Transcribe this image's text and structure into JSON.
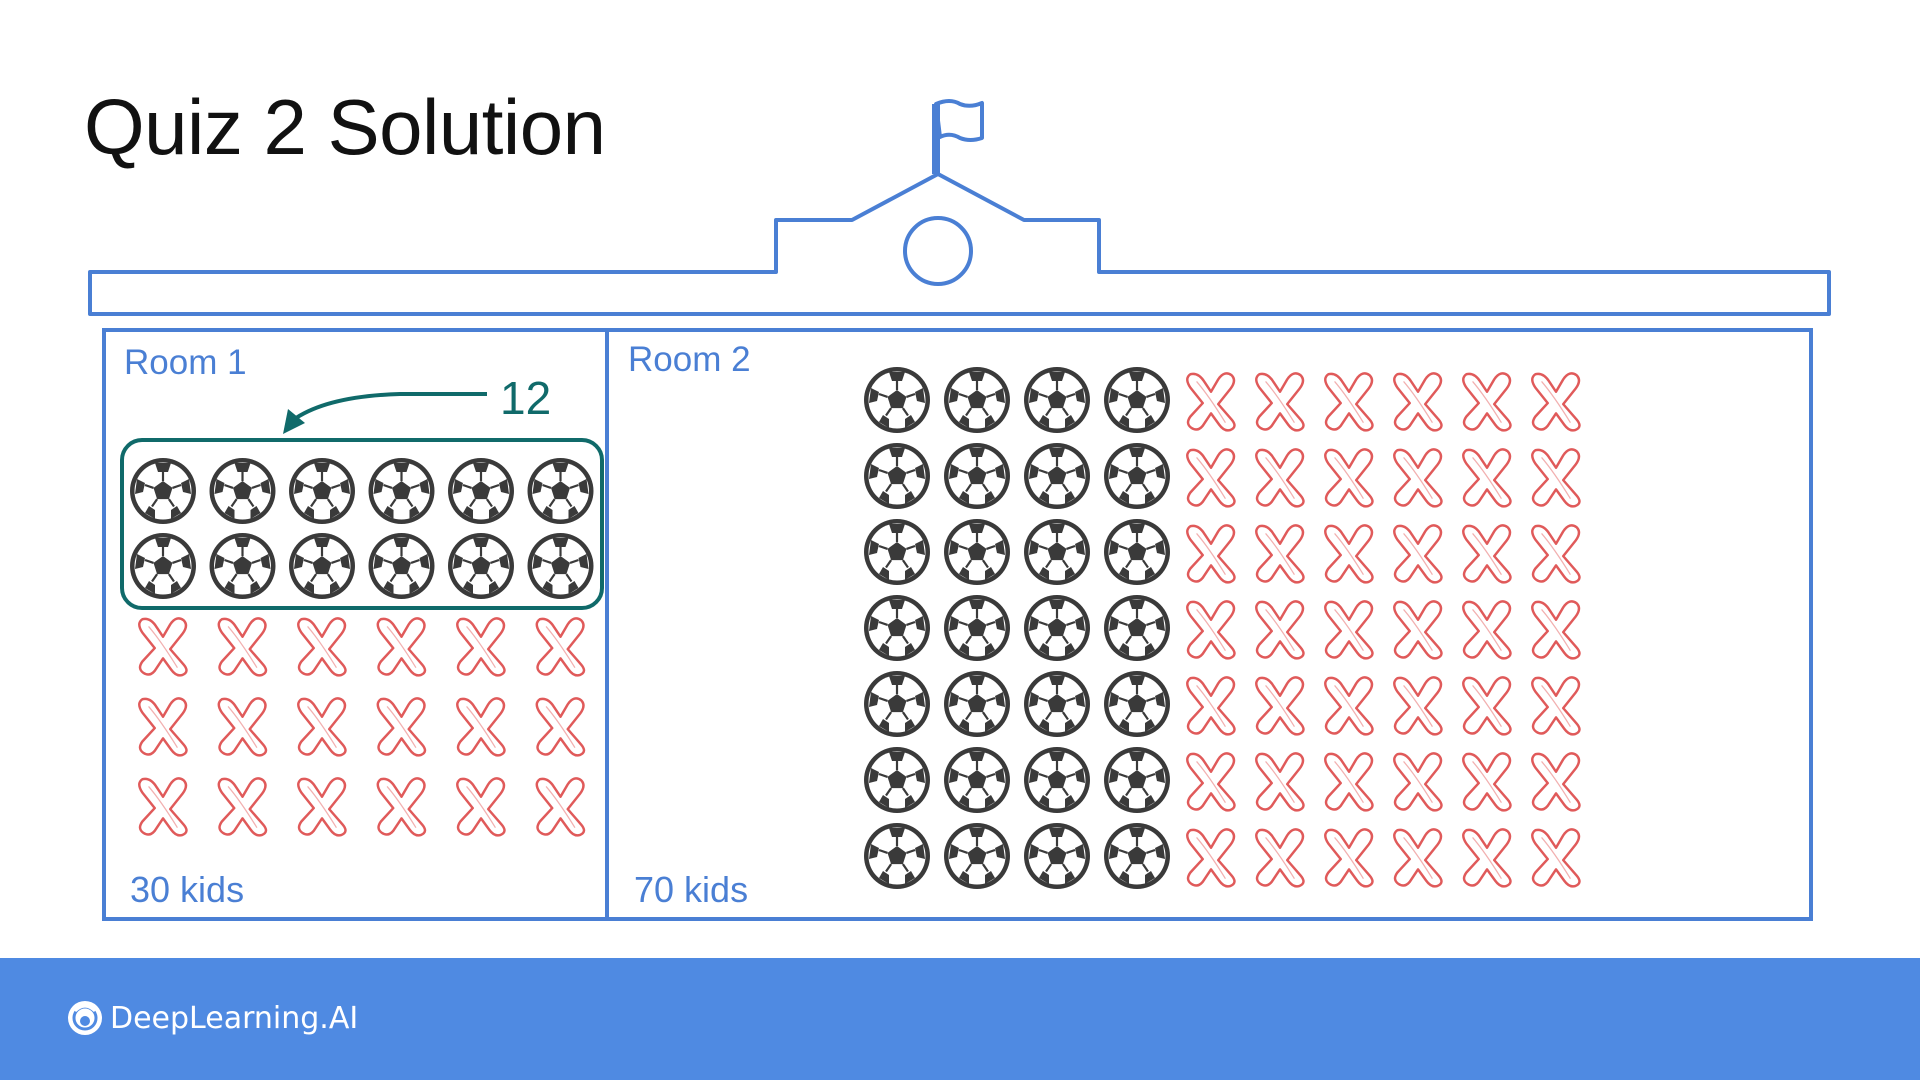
{
  "slide": {
    "title": "Quiz 2 Solution"
  },
  "rooms": [
    {
      "label": "Room 1",
      "kids_label": "30 kids",
      "balls_total": 12,
      "crosses_total": 18,
      "highlight_count": "12"
    },
    {
      "label": "Room 2",
      "kids_label": "70 kids",
      "balls_total": 28,
      "crosses_total": 42
    }
  ],
  "colors": {
    "building_outline": "#4a7fd4",
    "highlight_box": "#106a6a",
    "cross": "#e05a5a",
    "ball": "#3a3a3a",
    "footer": "#4f8ae2"
  },
  "icons": {
    "ball": "soccer-ball-icon",
    "cross": "cross-icon",
    "flag": "flag-icon",
    "logo": "deeplearning-logo-icon"
  },
  "footer": {
    "brand": "DeepLearning.AI"
  }
}
